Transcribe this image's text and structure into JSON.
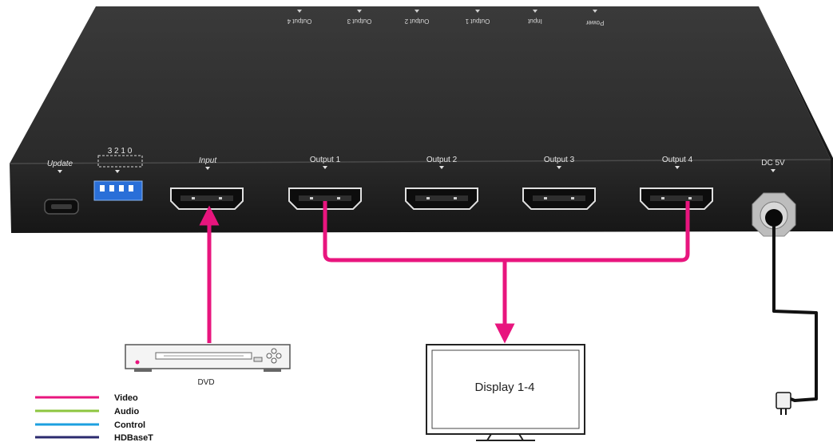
{
  "colors": {
    "video": "#e8157e",
    "audio": "#8dc63f",
    "control": "#1ca0e0",
    "hdbaset": "#2b2a6e",
    "device_body": "#2b2b2b",
    "device_front": "#1f1f1f",
    "power_cable": "#111111"
  },
  "device": {
    "top_labels": [
      "Output 4",
      "Output 3",
      "Output 2",
      "Output 1",
      "Input",
      "Power"
    ],
    "front_labels": {
      "update": "Update",
      "dip_switch": "3 2 1 0",
      "input": "Input",
      "output1": "Output 1",
      "output2": "Output 2",
      "output3": "Output 3",
      "output4": "Output 4",
      "dc": "DC 5V"
    }
  },
  "source": {
    "label": "DVD"
  },
  "display": {
    "label": "Display 1-4"
  },
  "legend": {
    "items": [
      {
        "label": "Video",
        "color": "#e8157e"
      },
      {
        "label": "Audio",
        "color": "#8dc63f"
      },
      {
        "label": "Control",
        "color": "#1ca0e0"
      },
      {
        "label": "HDBaseT",
        "color": "#2b2a6e"
      }
    ]
  }
}
